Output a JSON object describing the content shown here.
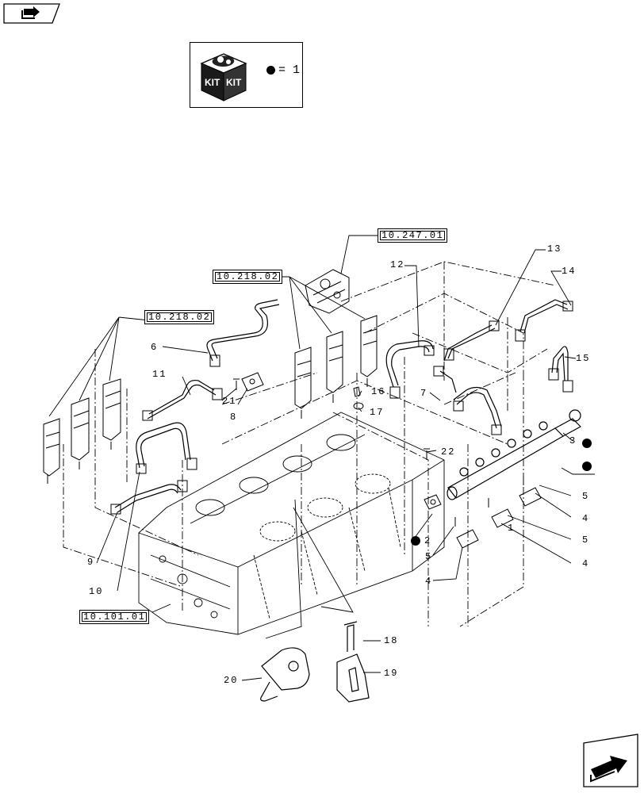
{
  "nav": {
    "back_icon": "book-arrow-icon",
    "next_icon": "next-page-arrow-icon"
  },
  "kit": {
    "label_left": "KIT",
    "label_right": "KIT",
    "equals": "= 1"
  },
  "references": {
    "ref_top": "10.247.01",
    "ref_mid": "10.218.02",
    "ref_left": "10.218.02",
    "ref_bottom": "10.101.01"
  },
  "callouts": {
    "c1": "1",
    "c2": "2",
    "c3": "3",
    "c4a": "4",
    "c4b": "4",
    "c4c": "4",
    "c5a": "5",
    "c5b": "5",
    "c5c": "5",
    "c6": "6",
    "c7": "7",
    "c8": "8",
    "c9": "9",
    "c10": "10",
    "c11": "11",
    "c12": "12",
    "c13": "13",
    "c14": "14",
    "c15": "15",
    "c16": "16",
    "c17": "17",
    "c18": "18",
    "c19": "19",
    "c20": "20",
    "c21": "21",
    "c22": "22"
  }
}
